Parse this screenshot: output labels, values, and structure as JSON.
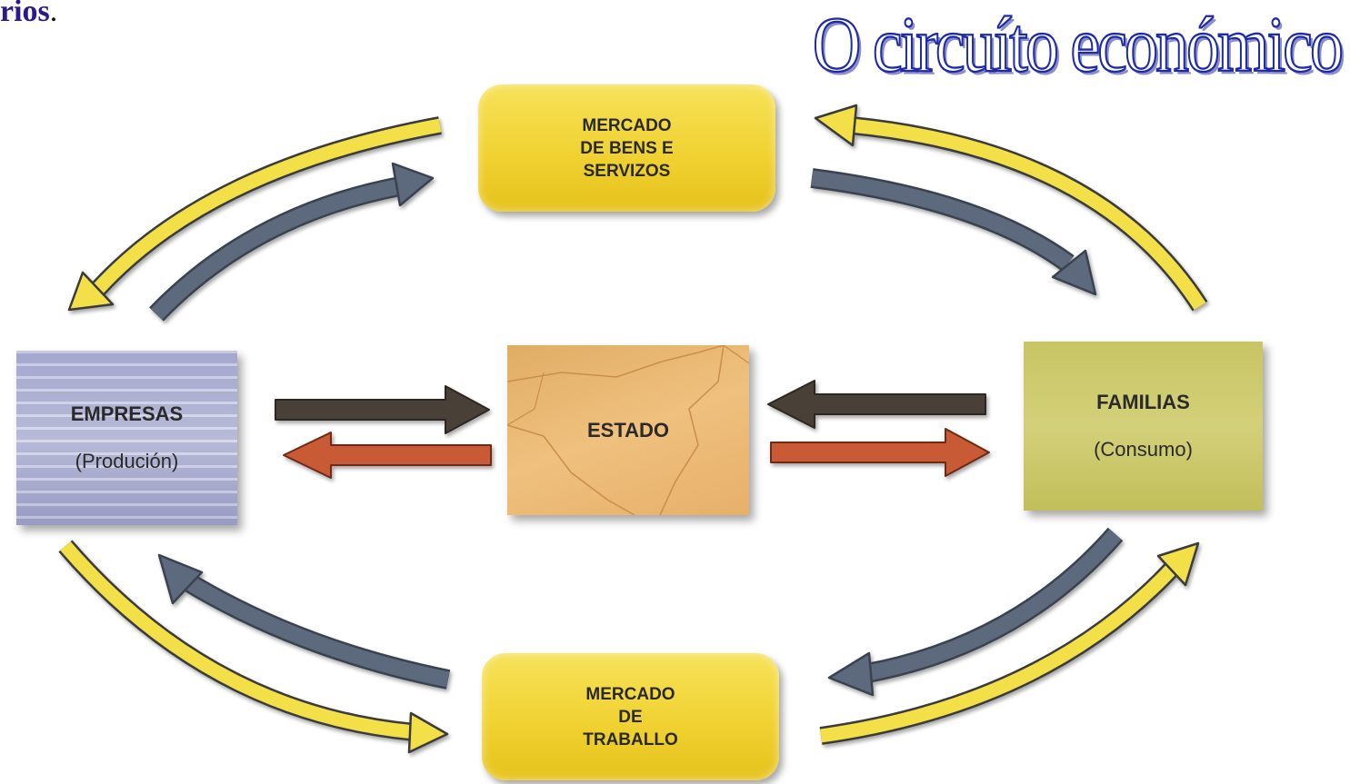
{
  "header": {
    "fragment_text": "rios",
    "fragment_punct": ".",
    "title": "O circuíto económico"
  },
  "markets": {
    "goods": {
      "line1": "MERCADO",
      "line2": "DE BENS E",
      "line3": "SERVIZOS"
    },
    "labor": {
      "line1": "MERCADO",
      "line2": "DE",
      "line3": "TRABALLO"
    }
  },
  "actors": {
    "empresas": {
      "title": "EMPRESAS",
      "subtitle": "(Produción)"
    },
    "estado": {
      "title": "ESTADO"
    },
    "familias": {
      "title": "FAMILIAS",
      "subtitle": "(Consumo)"
    }
  },
  "colors": {
    "title_stroke": "#1e2aa8",
    "fragment_text": "#2a1a8c",
    "real_flow_arrow": "#f3e04a",
    "monetary_flow_arrow": "#5d6b7e",
    "to_state_arrow": "#4a4039",
    "from_state_arrow": "#c85a34",
    "market_box": "#f0d232",
    "empresas_box": "#b8bad9",
    "estado_box": "#e9b571",
    "familias_box": "#cdca6e"
  }
}
